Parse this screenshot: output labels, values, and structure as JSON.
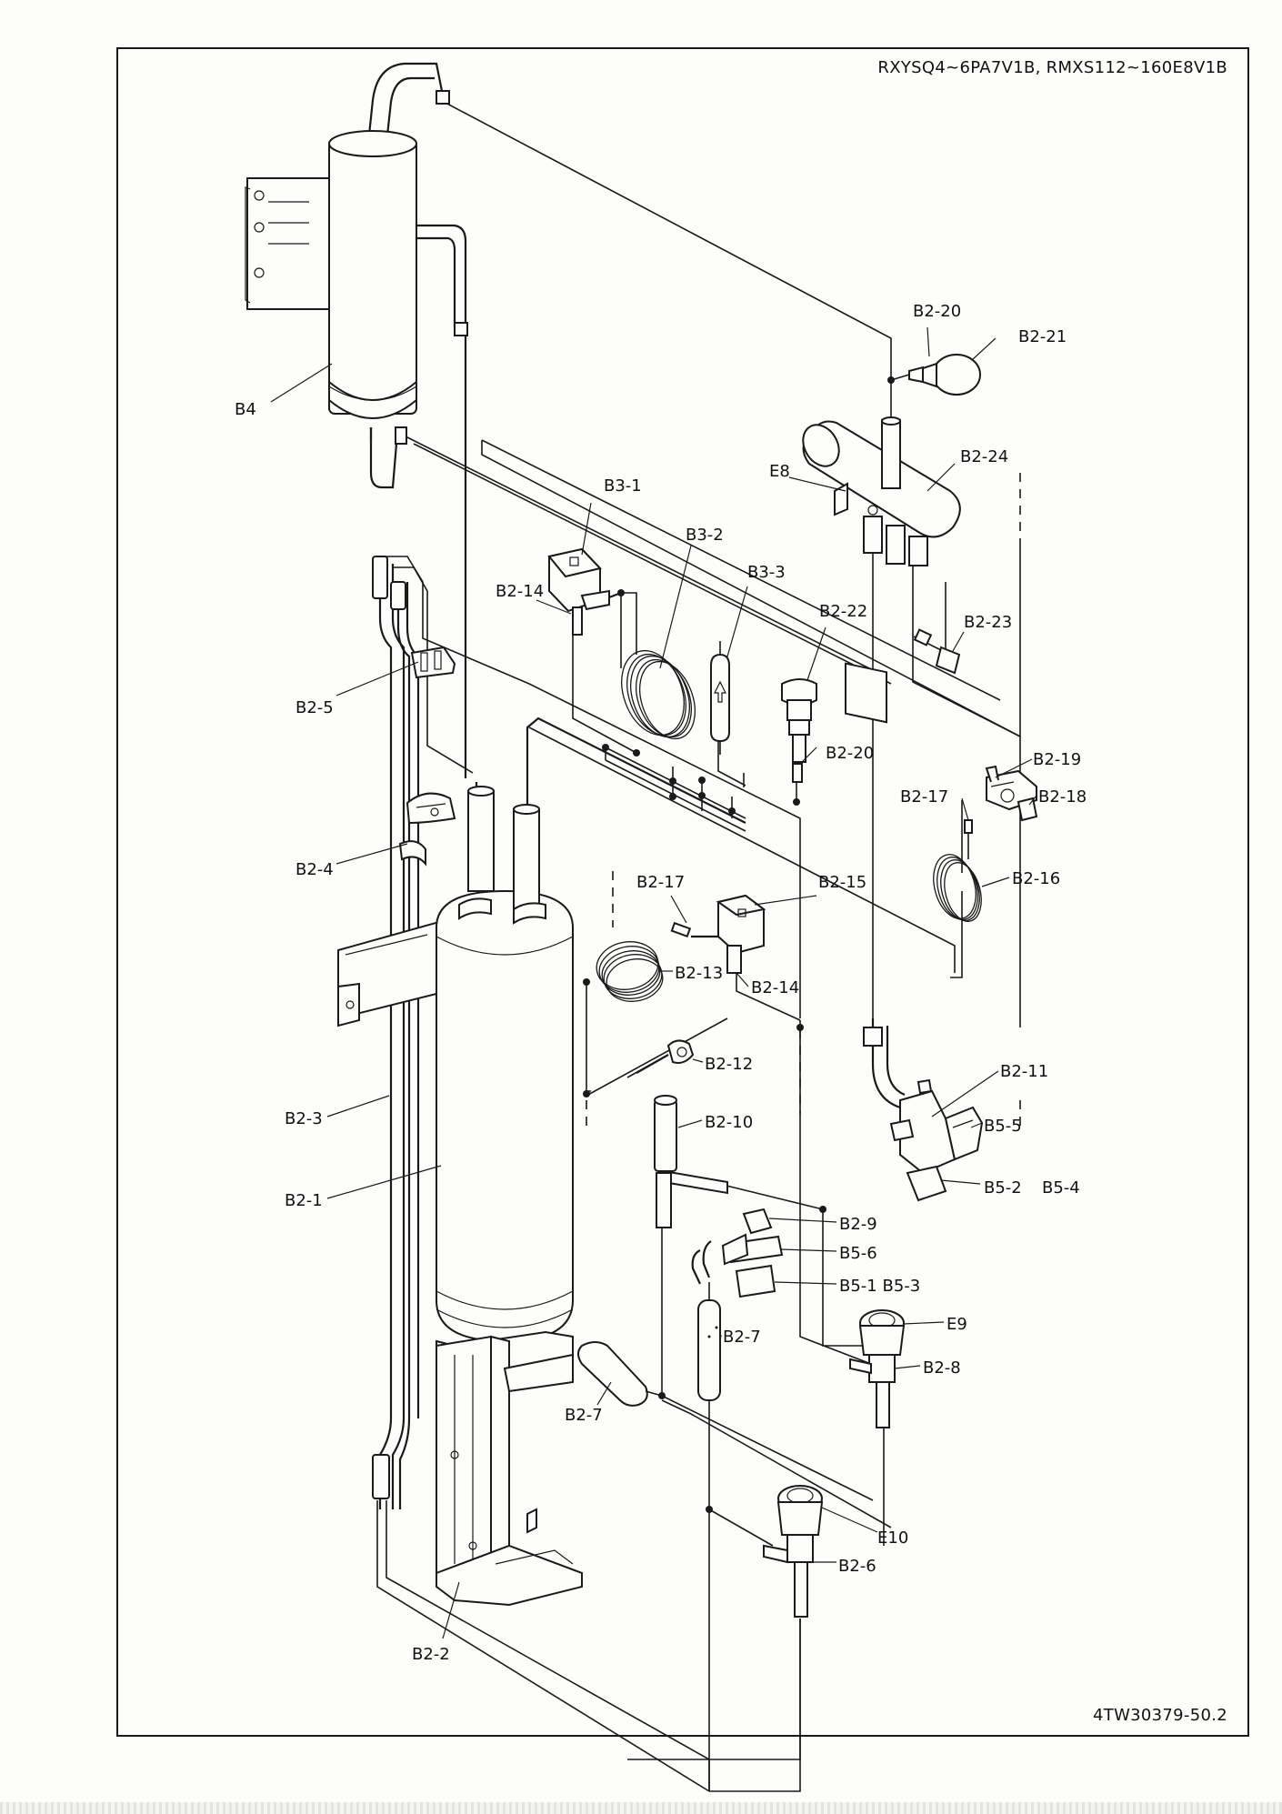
{
  "header": {
    "model_text": "RXYSQ4~6PA7V1B, RMXS112~160E8V1B"
  },
  "footer": {
    "document_number": "4TW30379-50.2"
  },
  "parts": [
    {
      "id": "b4",
      "label": "B4"
    },
    {
      "id": "b2-20a",
      "label": "B2-20"
    },
    {
      "id": "b2-21",
      "label": "B2-21"
    },
    {
      "id": "b2-24",
      "label": "B2-24"
    },
    {
      "id": "e8",
      "label": "E8"
    },
    {
      "id": "b3-1",
      "label": "B3-1"
    },
    {
      "id": "b3-2",
      "label": "B3-2"
    },
    {
      "id": "b3-3",
      "label": "B3-3"
    },
    {
      "id": "b2-14a",
      "label": "B2-14"
    },
    {
      "id": "b2-22",
      "label": "B2-22"
    },
    {
      "id": "b2-23",
      "label": "B2-23"
    },
    {
      "id": "b2-5",
      "label": "B2-5"
    },
    {
      "id": "b2-20b",
      "label": "B2-20"
    },
    {
      "id": "b2-19",
      "label": "B2-19"
    },
    {
      "id": "b2-17a",
      "label": "B2-17"
    },
    {
      "id": "b2-18",
      "label": "B2-18"
    },
    {
      "id": "b2-4",
      "label": "B2-4"
    },
    {
      "id": "b2-15",
      "label": "B2-15"
    },
    {
      "id": "b2-17b",
      "label": "B2-17"
    },
    {
      "id": "b2-16",
      "label": "B2-16"
    },
    {
      "id": "b2-13",
      "label": "B2-13"
    },
    {
      "id": "b2-14b",
      "label": "B2-14"
    },
    {
      "id": "b2-12",
      "label": "B2-12"
    },
    {
      "id": "b2-11",
      "label": "B2-11"
    },
    {
      "id": "b2-3",
      "label": "B2-3"
    },
    {
      "id": "b2-10",
      "label": "B2-10"
    },
    {
      "id": "b5-5",
      "label": "B5-5"
    },
    {
      "id": "b5-2",
      "label": "B5-2"
    },
    {
      "id": "b5-4",
      "label": "B5-4"
    },
    {
      "id": "b2-1",
      "label": "B2-1"
    },
    {
      "id": "b2-9",
      "label": "B2-9"
    },
    {
      "id": "b5-6",
      "label": "B5-6"
    },
    {
      "id": "b5-1-b5-3",
      "label": "B5-1 B5-3"
    },
    {
      "id": "b2-7a",
      "label": "B2-7"
    },
    {
      "id": "e9",
      "label": "E9"
    },
    {
      "id": "b2-8",
      "label": "B2-8"
    },
    {
      "id": "b2-7b",
      "label": "B2-7"
    },
    {
      "id": "e10",
      "label": "E10"
    },
    {
      "id": "b2-6",
      "label": "B2-6"
    },
    {
      "id": "b2-2",
      "label": "B2-2"
    }
  ]
}
